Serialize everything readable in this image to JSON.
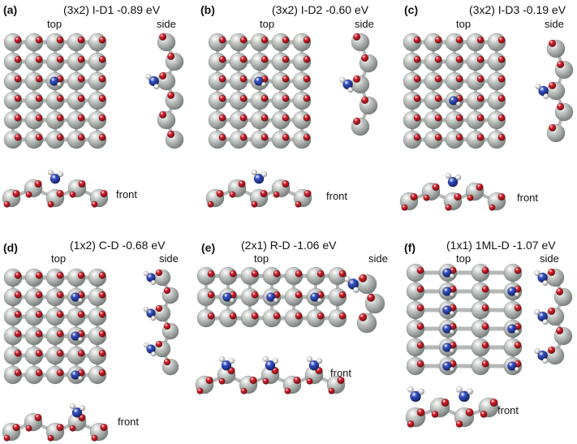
{
  "view_labels": {
    "top": "top",
    "side": "side",
    "front": "front"
  },
  "atom_colors": {
    "ti": "#c9cdca",
    "ti_dark": "#7c8280",
    "o": "#d8202a",
    "n": "#3550c8",
    "h": "#f3f3f3",
    "bond": "#b4b8b6"
  },
  "panels": [
    {
      "label": "(a)",
      "title": "(3x2) I-D1  -0.89 eV",
      "top_label": "top",
      "side_label": "side",
      "front_label": "front"
    },
    {
      "label": "(b)",
      "title": "(3x2) I-D2  -0.60 eV",
      "top_label": "top",
      "side_label": "side",
      "front_label": "front"
    },
    {
      "label": "(c)",
      "title": "(3x2) I-D3  -0.19 eV",
      "top_label": "top",
      "side_label": "side",
      "front_label": "front"
    },
    {
      "label": "(d)",
      "title": "(1x2) C-D  -0.68 eV",
      "top_label": "top",
      "side_label": "side",
      "front_label": "front"
    },
    {
      "label": "(e)",
      "title": "(2x1) R-D  -1.06 eV",
      "top_label": "top",
      "side_label": "side",
      "front_label": "front"
    },
    {
      "label": "(f)",
      "title": "(1x1) 1ML-D -1.07 eV",
      "top_label": "top",
      "side_label": "side",
      "front_label": "front"
    }
  ]
}
